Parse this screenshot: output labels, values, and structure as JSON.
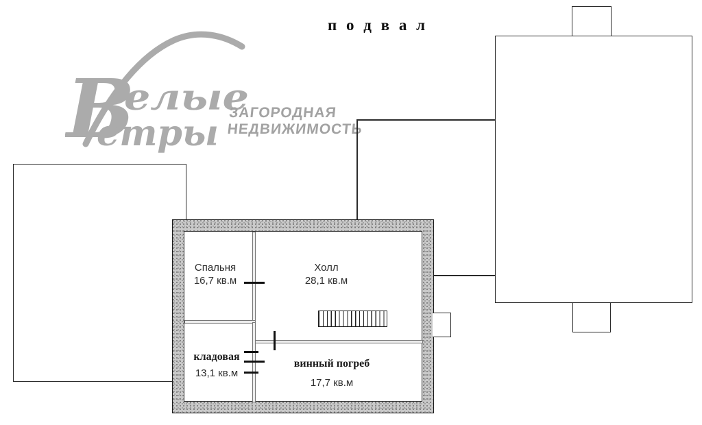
{
  "title": "п о д в а л",
  "watermark": {
    "script_initial": "В",
    "script_word1": "елые",
    "script_word2": "етры",
    "tagline1": "ЗАГОРОДНАЯ",
    "tagline2": "НЕДВИЖИМОСТЬ",
    "color": "#ababab"
  },
  "rooms": [
    {
      "name": "Спальня",
      "area": "16,7 кв.м"
    },
    {
      "name": "Холл",
      "area": "28,1 кв.м"
    },
    {
      "name": "кладовая",
      "area": "13,1 кв.м"
    },
    {
      "name": "винный погреб",
      "area": "17,7 кв.м"
    }
  ],
  "colors": {
    "line": "#2b2b2b",
    "wall_fill": "#c9c9c9",
    "watermark_gray": "#ababab",
    "text": "#2f2f2f"
  }
}
